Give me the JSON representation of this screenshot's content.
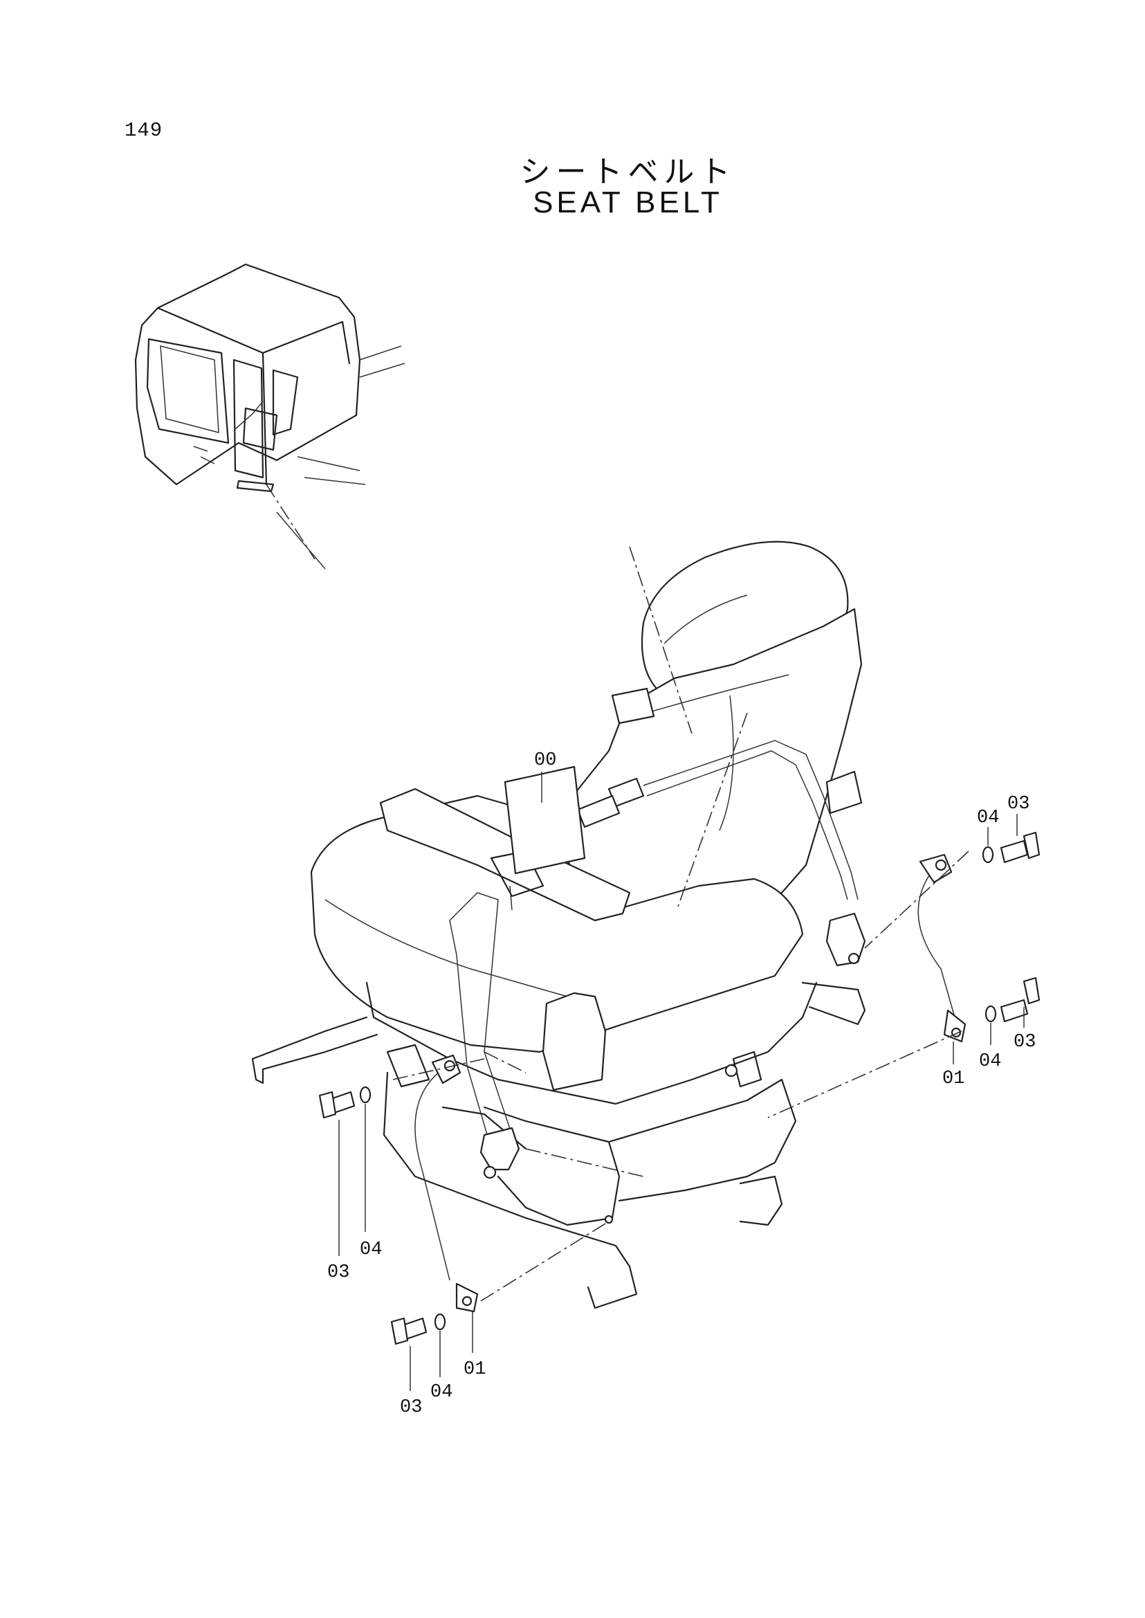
{
  "page": {
    "number": "149"
  },
  "title": {
    "japanese": "シートベルト",
    "english": "SEAT BELT"
  },
  "callouts": {
    "upper_right": [
      "03",
      "04",
      "01",
      "04",
      "03"
    ],
    "lower_left": [
      "03",
      "04",
      "03",
      "04",
      "01"
    ],
    "center": "00"
  }
}
